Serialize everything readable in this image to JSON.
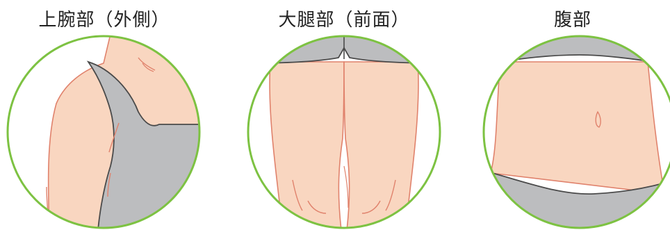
{
  "panels": [
    {
      "label": "上腕部（外側）",
      "icon": "upper-arm-outer-illustration"
    },
    {
      "label": "大腿部（前面）",
      "icon": "thigh-front-illustration"
    },
    {
      "label": "腹部",
      "icon": "abdomen-illustration"
    }
  ],
  "colors": {
    "ring": "#7dc242",
    "skin": "#f9d6c0",
    "skin_line": "#e0826c",
    "garment": "#bcbdbf",
    "garment_line": "#4a4a4a"
  }
}
